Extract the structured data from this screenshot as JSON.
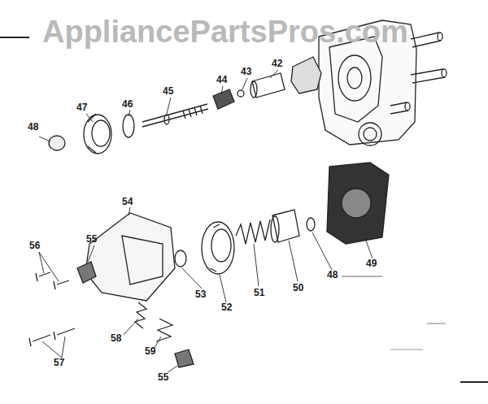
{
  "diagram": {
    "labels": [
      "AppliancePartsPros.com",
      "48",
      "47",
      "46",
      "45",
      "44",
      "43",
      "42",
      "54",
      "55",
      "56",
      "57",
      "53",
      "52",
      "51",
      "50",
      "48",
      "49",
      "58",
      "59",
      "55"
    ]
  }
}
